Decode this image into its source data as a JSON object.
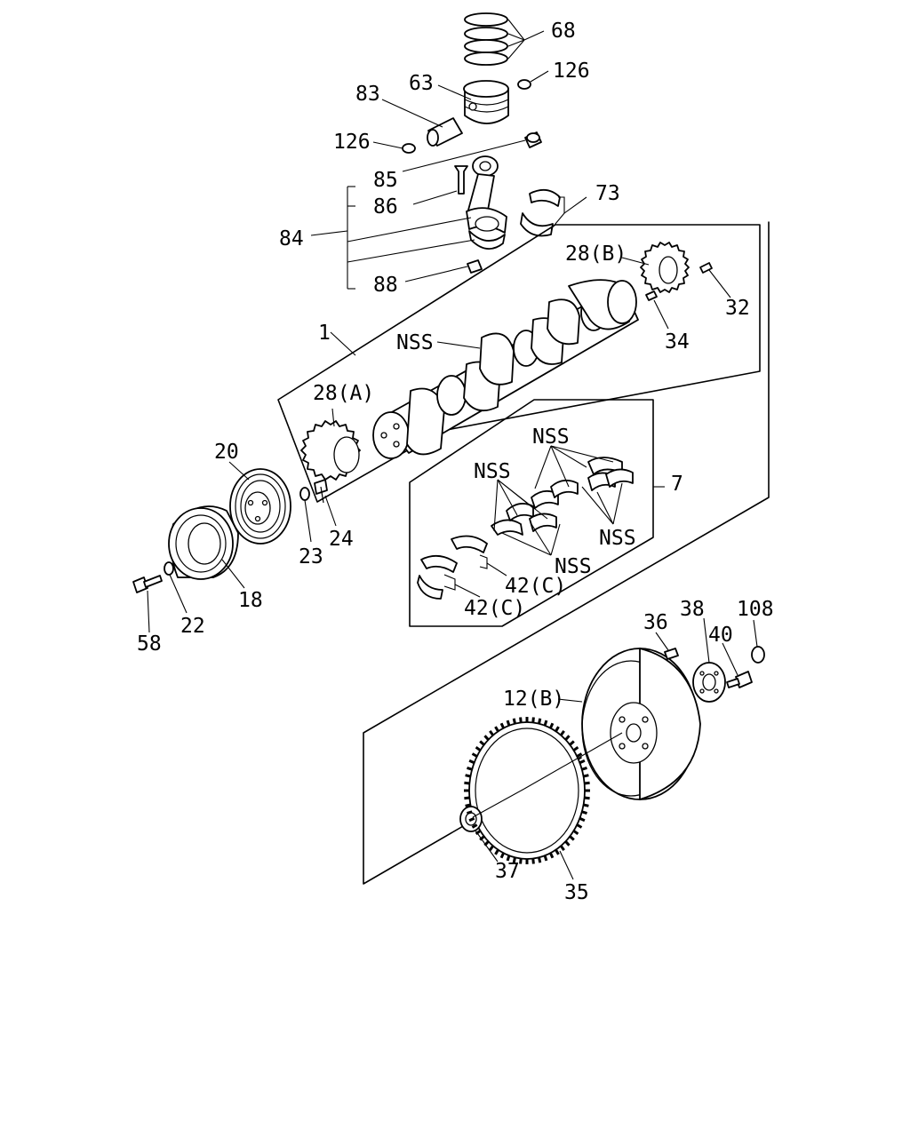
{
  "labels": {
    "p68": "68",
    "p63": "63",
    "p126a": "126",
    "p83": "83",
    "p126b": "126",
    "p85": "85",
    "p86": "86",
    "p73": "73",
    "p84": "84",
    "p88": "88",
    "p28b": "28(B)",
    "p32": "32",
    "p34": "34",
    "p1": "1",
    "nss_crank": "NSS",
    "p28a": "28(A)",
    "p20": "20",
    "p24": "24",
    "p23": "23",
    "p18": "18",
    "p58": "58",
    "p22": "22",
    "nss_top": "NSS",
    "nss_left": "NSS",
    "nss_right": "NSS",
    "nss_bottom": "NSS",
    "p7": "7",
    "p42c_a": "42(C)",
    "p42c_b": "42(C)",
    "p36": "36",
    "p38": "38",
    "p108": "108",
    "p40": "40",
    "p12b": "12(B)",
    "p37": "37",
    "p35": "35"
  }
}
